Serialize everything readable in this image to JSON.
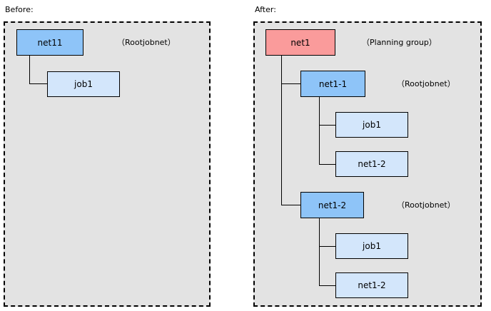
{
  "diagram": {
    "type": "tree-comparison",
    "title_left": "Before:",
    "title_right": "After:",
    "colors": {
      "panel_background": "#e3e3e3",
      "panel_border": "#000000",
      "rootjobnet_fill": "#8ec4f8",
      "planning_group_fill": "#fa9b9b",
      "job_fill": "#d3e6fb",
      "child_net_fill": "#d3e6fb",
      "line": "#000000",
      "page_background": "#ffffff"
    }
  },
  "before": {
    "caption": "Before:",
    "annotations": [
      {
        "id": "before-rootjobnet-annotation",
        "text": "（Rootjobnet）"
      }
    ],
    "nodes": [
      {
        "id": "before-net11",
        "label": "net11",
        "kind": "rootjobnet"
      },
      {
        "id": "before-job1",
        "label": "job1",
        "kind": "job"
      }
    ]
  },
  "after": {
    "caption": "After:",
    "annotations": [
      {
        "id": "after-planning-group-annotation",
        "text": "（Planning group）"
      },
      {
        "id": "after-rootjobnet-annotation-1",
        "text": "（Rootjobnet）"
      },
      {
        "id": "after-rootjobnet-annotation-2",
        "text": "（Rootjobnet）"
      }
    ],
    "nodes": [
      {
        "id": "after-net1",
        "label": "net1",
        "kind": "planning-group"
      },
      {
        "id": "after-net1-1",
        "label": "net1-1",
        "kind": "rootjobnet"
      },
      {
        "id": "after-net1-1-job1",
        "label": "job1",
        "kind": "job"
      },
      {
        "id": "after-net1-1-net1-2",
        "label": "net1-2",
        "kind": "child-net"
      },
      {
        "id": "after-net1-2",
        "label": "net1-2",
        "kind": "rootjobnet"
      },
      {
        "id": "after-net1-2-job1",
        "label": "job1",
        "kind": "job"
      },
      {
        "id": "after-net1-2-net1-2",
        "label": "net1-2",
        "kind": "child-net"
      }
    ]
  }
}
